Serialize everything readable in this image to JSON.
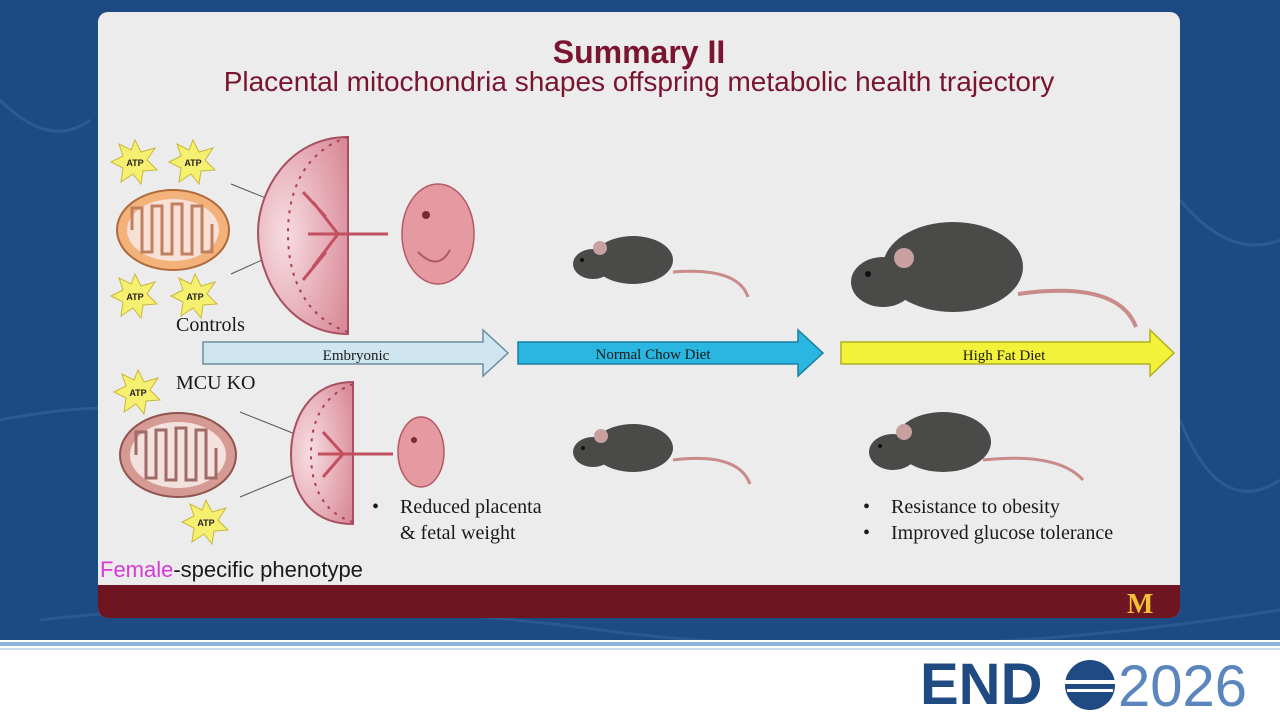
{
  "slide": {
    "title": "Summary II",
    "subtitle": "Placental mitochondria shapes offspring metabolic health trajectory",
    "controls_label": "Controls",
    "mcu_label": "MCU KO",
    "atp_label": "ATP",
    "arrows": [
      "Embryonic",
      "Normal Chow Diet",
      "High Fat Diet"
    ],
    "bullets_left": [
      "Reduced placenta",
      "& fetal weight"
    ],
    "bullets_right": [
      "Resistance to obesity",
      "Improved glucose tolerance"
    ],
    "bullet_symbol": "•",
    "phenotype_highlight": "Female",
    "phenotype_rest": "-specific phenotype"
  },
  "colors": {
    "title": "#7a1430",
    "arrow_embryonic": "#cfe6f0",
    "arrow_normal_chow": "#29b6e0",
    "arrow_high_fat": "#f2f23a",
    "female_highlight": "#d63ad6",
    "footer_band": "#6e1521",
    "atp_star": "#f5f070",
    "mouse": "#4a4a48"
  },
  "footer": {
    "brand_left": "END",
    "brand_right": "2026",
    "mark": "M"
  }
}
